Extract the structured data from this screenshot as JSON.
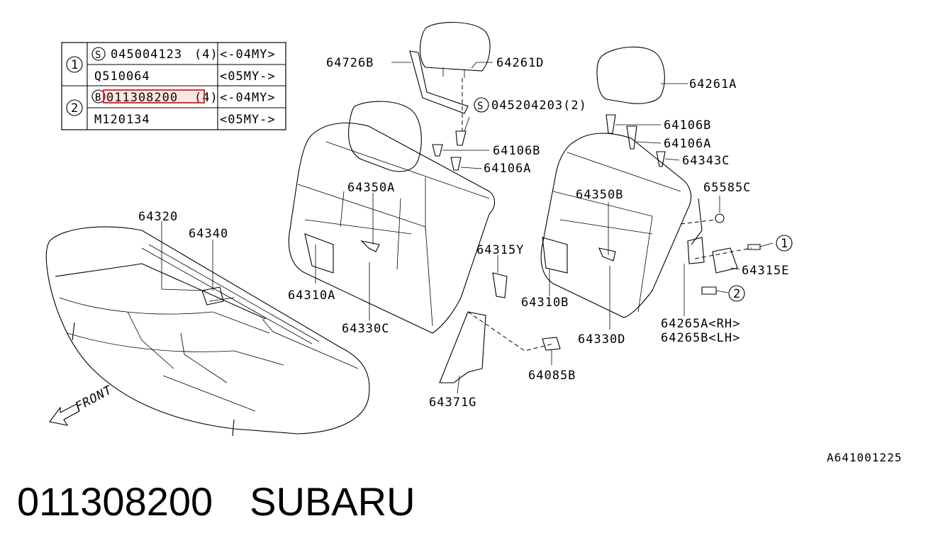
{
  "table": {
    "rows": [
      {
        "group": "1",
        "prefix": "S",
        "part": "045004123",
        "qty": "(4)",
        "range": "<-04MY>"
      },
      {
        "group": "",
        "prefix": "",
        "part": "Q510064",
        "qty": "",
        "range": "<05MY->"
      },
      {
        "group": "2",
        "prefix": "B",
        "part": "011308200",
        "qty": "(4)",
        "range": "<-04MY>"
      },
      {
        "group": "",
        "prefix": "",
        "part": "M120134",
        "qty": "",
        "range": "<05MY->"
      }
    ]
  },
  "labels": {
    "l64726B": "64726B",
    "l64261D": "64261D",
    "l64261A": "64261A",
    "l045204203": "045204203(2)",
    "l045204203_prefix": "S",
    "l64106B_1": "64106B",
    "l64106A_1": "64106A",
    "l64106B_2": "64106B",
    "l64106A_2": "64106A",
    "l64343C": "64343C",
    "l65585C": "65585C",
    "l64350A": "64350A",
    "l64350B": "64350B",
    "l64320": "64320",
    "l64340": "64340",
    "l64315Y": "64315Y",
    "l64315E": "64315E",
    "l64310A": "64310A",
    "l64310B": "64310B",
    "l64330C": "64330C",
    "l64330D": "64330D",
    "l64265A": "64265A<RH>",
    "l64265B": "64265B<LH>",
    "l64085B": "64085B",
    "l64371G": "64371G",
    "front": "FRONT",
    "callout1": "1",
    "callout2": "2"
  },
  "highlight_color": "#e03030",
  "ref_code": "A641001225",
  "caption": {
    "part_number": "011308200",
    "brand": "SUBARU"
  }
}
